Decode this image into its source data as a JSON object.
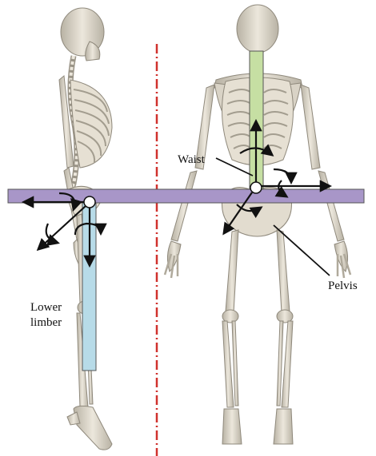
{
  "labels": {
    "waist": "Waist",
    "pelvis": "Pelvis",
    "lower_limber_line1": "Lower",
    "lower_limber_line2": "limber"
  },
  "colors": {
    "pelvis_bar": "#a896c8",
    "waist_bar": "#c6dfa3",
    "leg_bar": "#b7dbe8",
    "centerline": "#d0312d",
    "bone": "#e3ddcf",
    "bone_shade": "#a39d8f",
    "arrow": "#111111"
  },
  "icons": {
    "side_skeleton": "skeleton-side-view",
    "back_skeleton": "skeleton-back-view"
  }
}
